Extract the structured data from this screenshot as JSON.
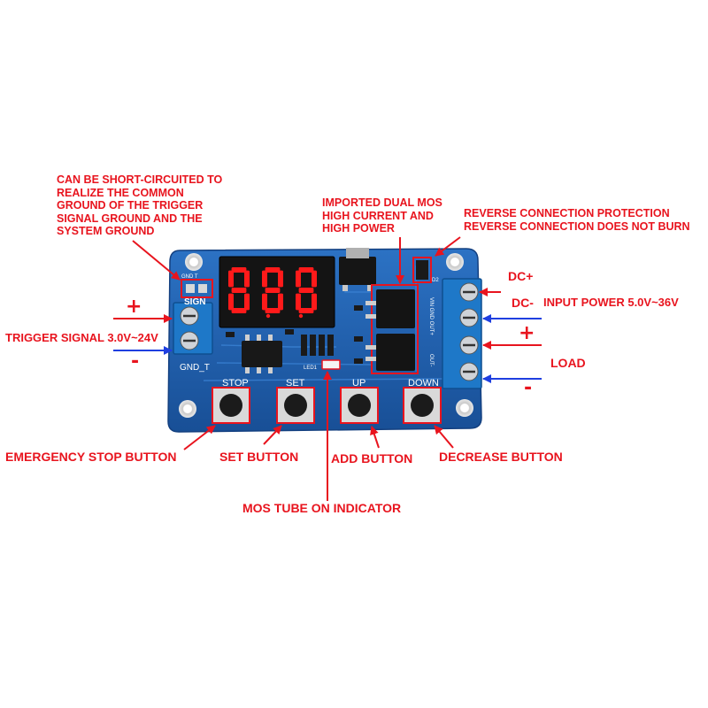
{
  "labels": {
    "ground_note": "CAN BE SHORT-CIRCUITED TO\nREALIZE THE COMMON\nGROUND OF THE TRIGGER\nSIGNAL GROUND AND THE\nSYSTEM GROUND",
    "mos_note": "IMPORTED DUAL MOS\nHIGH CURRENT AND\nHIGH POWER",
    "reverse_note": "REVERSE CONNECTION PROTECTION\nREVERSE CONNECTION DOES NOT BURN",
    "trigger_signal": "TRIGGER SIGNAL 3.0V~24V",
    "dc_plus": "DC+",
    "dc_minus": "DC-",
    "input_power": "INPUT POWER 5.0V~36V",
    "load": "LOAD",
    "plus_left": "+",
    "minus_left": "-",
    "plus_right": "+",
    "minus_right": "-",
    "emergency_stop_button": "EMERGENCY STOP BUTTON",
    "set_button": "SET BUTTON",
    "add_button": "ADD BUTTON",
    "decrease_button": "DECREASE BUTTON",
    "mos_indicator": "MOS TUBE ON INDICATOR"
  },
  "board": {
    "button_labels": [
      "STOP",
      "SET",
      "UP",
      "DOWN"
    ],
    "silk_sign": "SIGN",
    "silk_gnd_t": "GND_T",
    "silk_led1": "LED1",
    "silk_gnd_t_small": "GND T",
    "silk_right_top": "VIN  GND  OUT+",
    "silk_right_bottom": "OUT-",
    "silk_d2": "D2",
    "display_digits": "888"
  },
  "colors": {
    "annotation": "#e8141e",
    "pcb": "#1f5fae",
    "terminal": "#1e78c8",
    "arrow_blue": "#1f3fe0",
    "display_red": "#ff1a1a"
  }
}
